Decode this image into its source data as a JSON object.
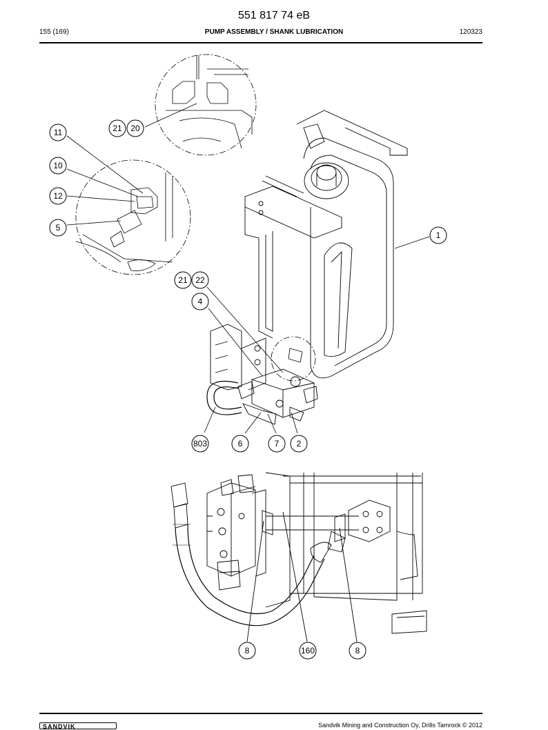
{
  "header": {
    "document_number": "551 817 74 eB",
    "page": "155 (169)",
    "section_title": "PUMP ASSEMBLY / SHANK LUBRICATION",
    "date_code": "120323"
  },
  "callouts_top": [
    "11",
    "10",
    "12",
    "5",
    "21",
    "20",
    "1",
    "21",
    "22",
    "4",
    "803",
    "6",
    "7",
    "2"
  ],
  "callouts_bottom": [
    "8",
    "160",
    "8"
  ],
  "footer": {
    "logo_text": "SANDVIK",
    "copyright": "Sandvik Mining and Construction Oy, Drills Tamrock © 2012"
  }
}
